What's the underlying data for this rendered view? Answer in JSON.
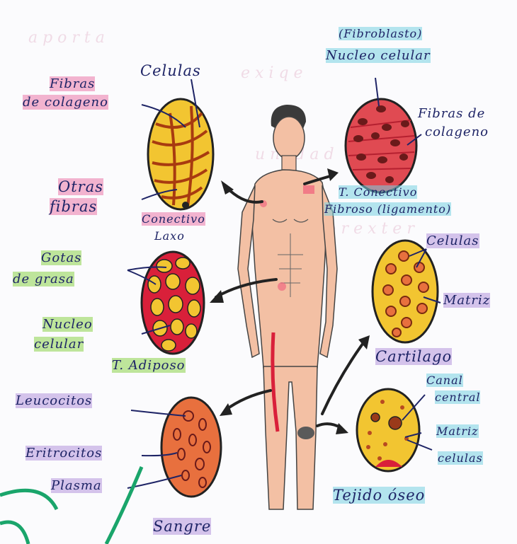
{
  "colors": {
    "ink": "#1e2466",
    "skin": "#f3c0a4",
    "yellow": "#f2c531",
    "red": "#d9203a",
    "orange": "#e8703e",
    "green_check": "#1aa56b"
  },
  "labels": {
    "fibroblasto": "(Fibroblasto)",
    "nucleo_celular_top": "Nucleo celular",
    "fibras_de_colageno_right_1": "Fibras de",
    "fibras_de_colageno_right_2": "colageno",
    "fibroso_title_1": "T. Conectivo",
    "fibroso_title_2": "Fibroso (ligamento)",
    "celulas_top": "Celulas",
    "fibras_de_colageno_left_1": "Fibras",
    "fibras_de_colageno_left_2": "de colageno",
    "otras_fibras_1": "Otras",
    "otras_fibras_2": "fibras",
    "laxo_title_1": "Conectivo",
    "laxo_title_2": "Laxo",
    "gotas_de_grasa_1": "Gotas",
    "gotas_de_grasa_2": "de grasa",
    "nucleo_celular_left_1": "Nucleo",
    "nucleo_celular_left_2": "celular",
    "adiposo_title": "T. Adiposo",
    "celulas_cart": "Celulas",
    "matriz_cart": "Matriz",
    "cartilago_title": "Cartilago",
    "canal_central_1": "Canal",
    "canal_central_2": "central",
    "matriz_oseo": "Matriz",
    "celulas_oseo": "celulas",
    "oseo_title": "Tejido óseo",
    "leucocitos": "Leucocitos",
    "eritrocitos": "Eritrocitos",
    "plasma": "Plasma",
    "sangre_title": "Sangre"
  }
}
